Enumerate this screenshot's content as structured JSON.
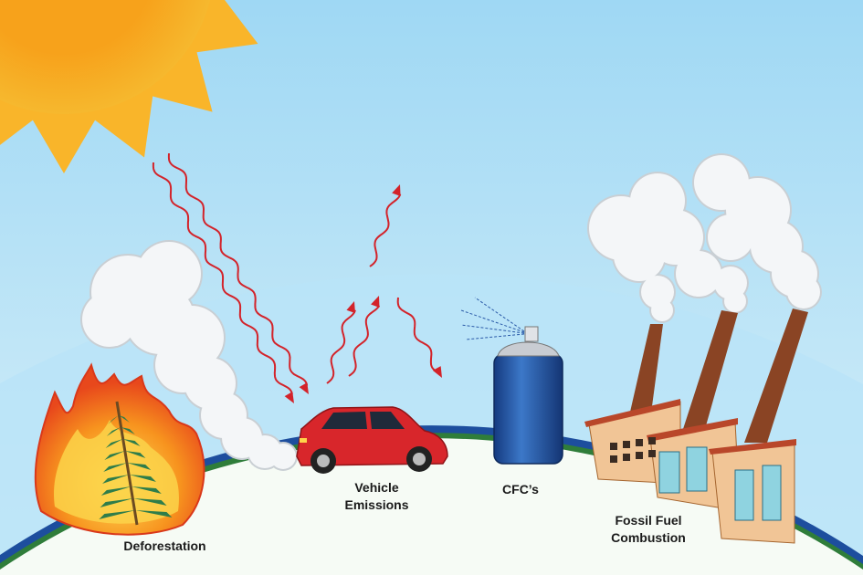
{
  "title": "Causes of Greenhouse Effect",
  "labels": {
    "deforestation": "Deforestation",
    "vehicle_line1": "Vehicle",
    "vehicle_line2": "Emissions",
    "cfc": "CFC’s",
    "fossil_line1": "Fossil Fuel",
    "fossil_line2": "Combustion"
  },
  "colors": {
    "sky_top": "#9fd8f4",
    "sky_bottom": "#d6eff9",
    "sun": "#f7a21b",
    "arrow": "#d3232a",
    "earth_rim": "#1d4e9e",
    "car": "#d8262b",
    "can": "#1e4fa0",
    "chimney": "#8a4424",
    "building": "#f1c596"
  }
}
